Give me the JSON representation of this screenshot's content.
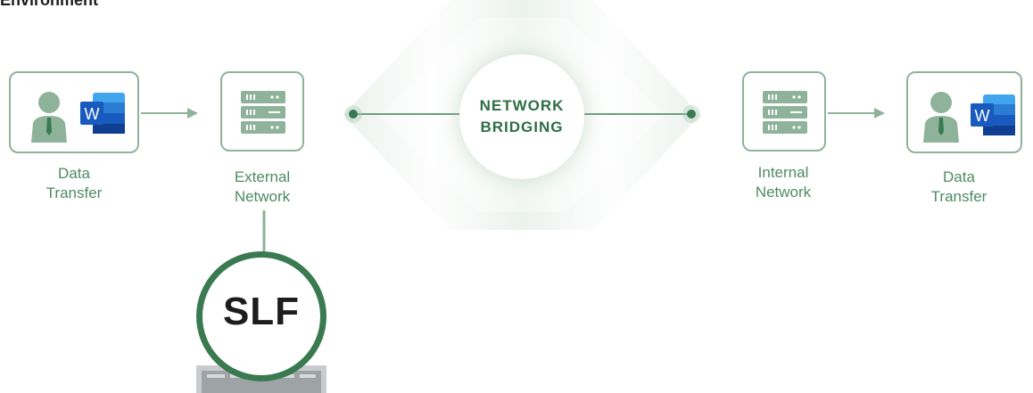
{
  "page": {
    "title": "Environment"
  },
  "nodes": {
    "data_transfer_left": {
      "label_line1": "Data",
      "label_line2": "Transfer"
    },
    "external_network": {
      "label_line1": "External",
      "label_line2": "Network"
    },
    "internal_network": {
      "label_line1": "Internal",
      "label_line2": "Network"
    },
    "data_transfer_right": {
      "label_line1": "Data",
      "label_line2": "Transfer"
    }
  },
  "bridge": {
    "line1": "NETWORK",
    "line2": "BRIDGING"
  },
  "slf": {
    "label": "SLF"
  },
  "icons": {
    "user": "user-icon",
    "word": "word-icon",
    "server": "server-icon",
    "arrow": "arrow-right-icon",
    "hardware": "server-hardware-icon"
  },
  "colors": {
    "accent": "#3a7a50",
    "light_accent": "#8fb39a",
    "label": "#4f8a63",
    "word_blue": "#2b579a"
  }
}
